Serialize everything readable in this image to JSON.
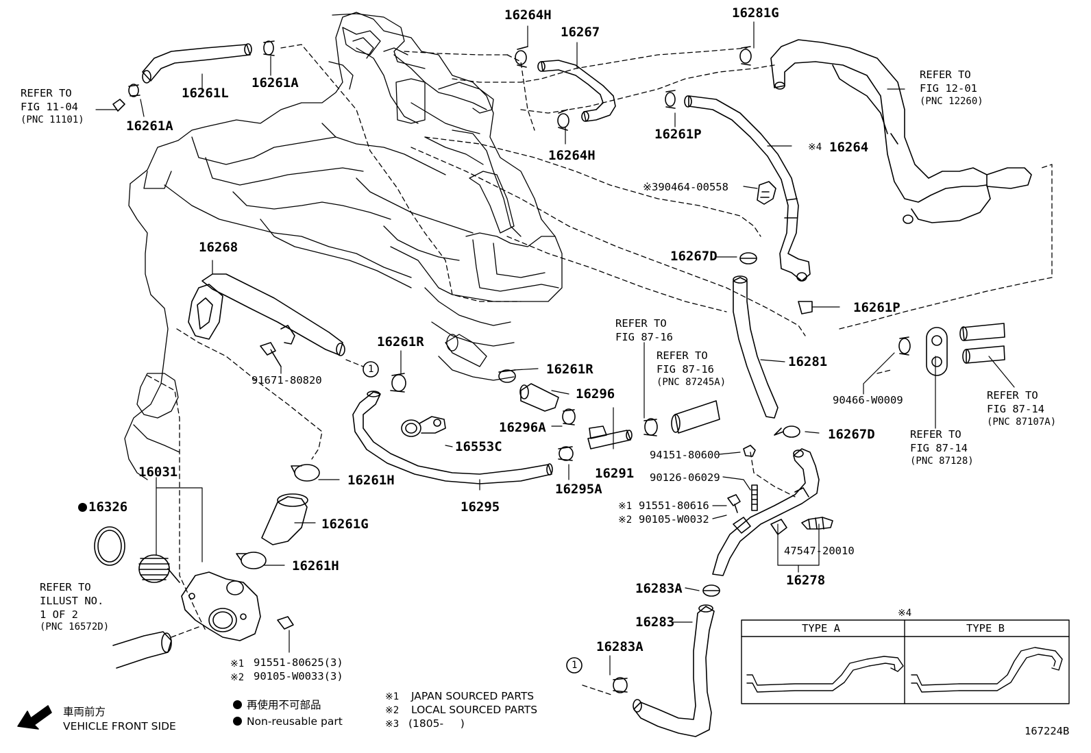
{
  "labels": {
    "p16264H_top": "16264H",
    "p16267": "16267",
    "p16281G": "16281G",
    "p16261L": "16261L",
    "p16261A_top": "16261A",
    "p16261A_left": "16261A",
    "p16264H_mid": "16264H",
    "p16261P_top": "16261P",
    "p16264": "16264",
    "p16264_mark": "※4",
    "p390464": "※390464-00558",
    "p16267D_mid": "16267D",
    "p16261P_right": "16261P",
    "p16268": "16268",
    "p91671": "91671-80820",
    "p16261R_a": "16261R",
    "p16261R_b": "16261R",
    "p16296": "16296",
    "p16296A": "16296A",
    "p16553C": "16553C",
    "p16281": "16281",
    "p90466": "90466-W0009",
    "p16267D_low": "16267D",
    "p94151": "94151-80600",
    "p90126": "90126-06029",
    "p91551_80616": "91551-80616",
    "p91551_80616_mark": "※1",
    "p90105_W0032": "90105-W0032",
    "p90105_W0032_mark": "※2",
    "p47547": "47547-20010",
    "p16278": "16278",
    "p16291": "16291",
    "p16295A": "16295A",
    "p16295": "16295",
    "p16261H_a": "16261H",
    "p16261G": "16261G",
    "p16261H_b": "16261H",
    "p16031": "16031",
    "p16326": "16326",
    "p16283A_a": "16283A",
    "p16283": "16283",
    "p16283A_b": "16283A",
    "p91551_80625": "91551-80625(3)",
    "p91551_80625_mark": "※1",
    "p90105_W0033": "90105-W0033(3)",
    "p90105_W0033_mark": "※2",
    "fig_number": "167224B",
    "circle_1a": "1",
    "circle_1b": "1"
  },
  "refers": {
    "fig11": [
      "REFER TO",
      "FIG 11-04",
      "(PNC 11101)"
    ],
    "fig12": [
      "REFER TO",
      "FIG 12-01",
      "(PNC 12260)"
    ],
    "fig8716a": [
      "REFER TO",
      "FIG 87-16"
    ],
    "fig8716b": [
      "REFER TO",
      "FIG 87-16",
      "(PNC 87245A)"
    ],
    "fig8714a": [
      "REFER TO",
      "FIG 87-14",
      "(PNC 87107A)"
    ],
    "fig8714b": [
      "REFER TO",
      "FIG 87-14",
      "(PNC 87128)"
    ],
    "illust": [
      "REFER TO",
      "ILLUST NO.",
      "1 OF 2",
      "(PNC 16572D)"
    ]
  },
  "type_table": {
    "mark": "※4",
    "type_a": "TYPE A",
    "type_b": "TYPE B"
  },
  "legend": {
    "front_jp": "車両前方",
    "front_en": "VEHICLE FRONT SIDE",
    "nonreuse_jp": "再使用不可部品",
    "nonreuse_en": "Non-reusable part",
    "note1_mark": "※1",
    "note1": "JAPAN SOURCED PARTS",
    "note2_mark": "※2",
    "note2": "LOCAL SOURCED PARTS",
    "note3_mark": "※3",
    "note3": "(1805-     )"
  },
  "icons": {
    "front_arrow": "arrow-down-left-icon",
    "bullet": "filled-circle-icon"
  }
}
